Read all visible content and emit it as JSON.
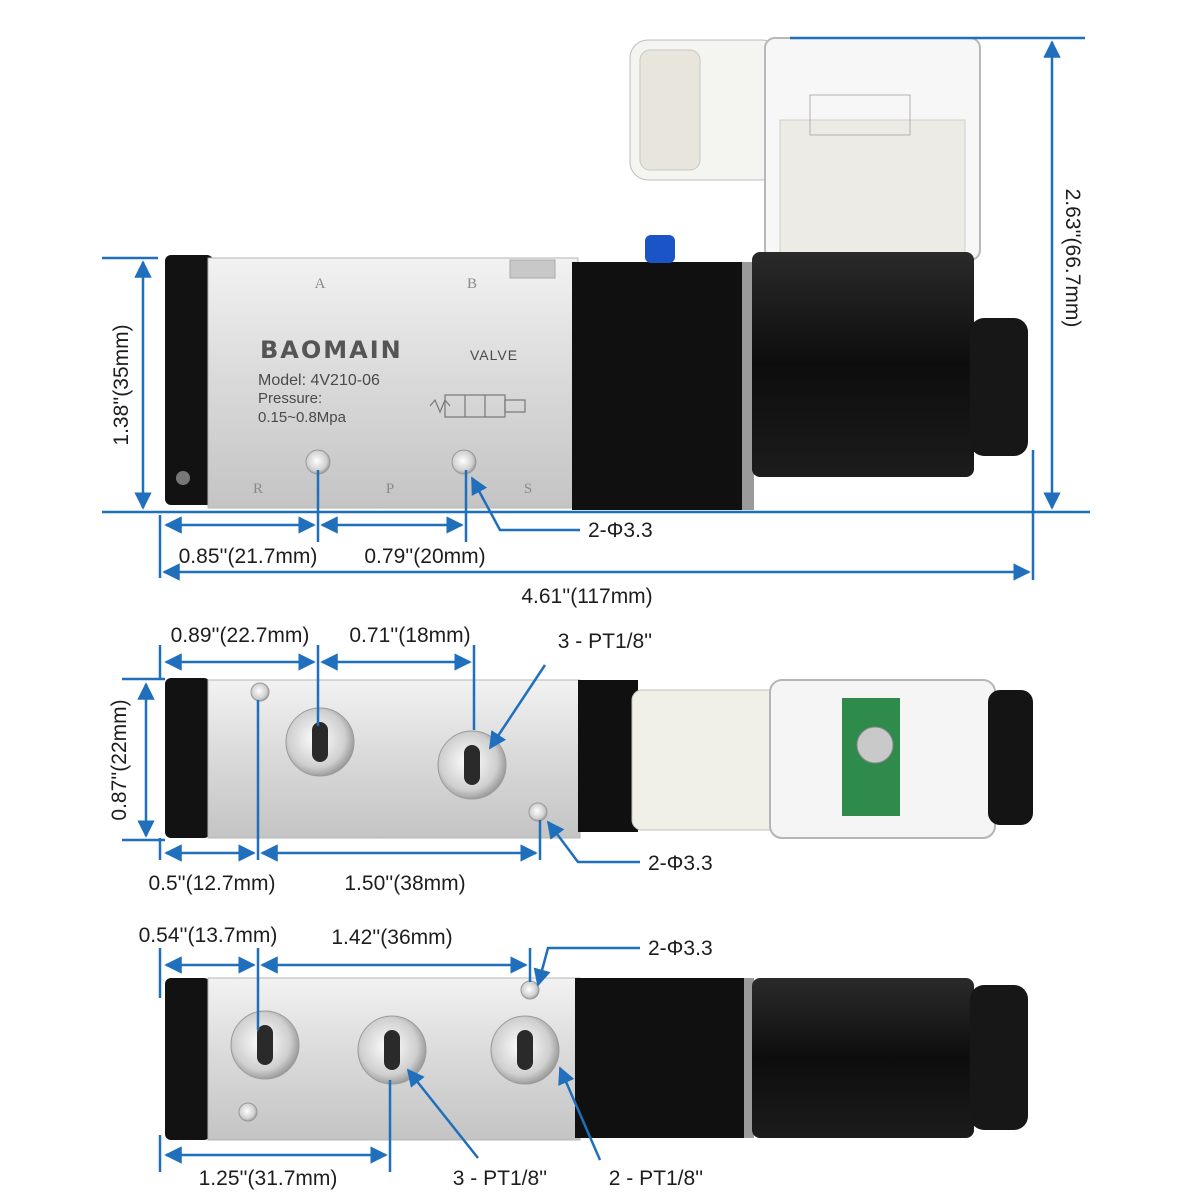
{
  "view_top": {
    "port_letters": {
      "a": "A",
      "b": "B",
      "r": "R",
      "p": "P",
      "s": "S"
    },
    "plate": {
      "brand": "BAOMAIN",
      "valve": "VALVE",
      "model": "Model: 4V210-06",
      "pressure_label": "Pressure:",
      "pressure_range": "0.15~0.8Mpa"
    },
    "dims": {
      "height": "1.38''(35mm)",
      "total_height": "2.63''(66.7mm)",
      "left_offset": "0.85''(21.7mm)",
      "hole_spacing": "0.79''(20mm)",
      "holes": "2-Φ3.3",
      "length": "4.61''(117mm)"
    }
  },
  "view_middle": {
    "dims": {
      "left_offset": "0.89''(22.7mm)",
      "port_spacing": "0.71''(18mm)",
      "ports": "3 - PT1/8''",
      "height": "0.87''(22mm)",
      "hole_offset": "0.5''(12.7mm)",
      "hole_spacing": "1.50''(38mm)",
      "holes": "2-Φ3.3"
    }
  },
  "view_bottom": {
    "dims": {
      "left_offset": "0.54''(13.7mm)",
      "span": "1.42''(36mm)",
      "holes": "2-Φ3.3",
      "port_offset": "1.25''(31.7mm)",
      "ports_3": "3 - PT1/8''",
      "ports_2": "2 - PT1/8''"
    }
  },
  "colors": {
    "dimension": "#1f6fbd",
    "body": "#dcdcdc",
    "coil": "#111111"
  }
}
